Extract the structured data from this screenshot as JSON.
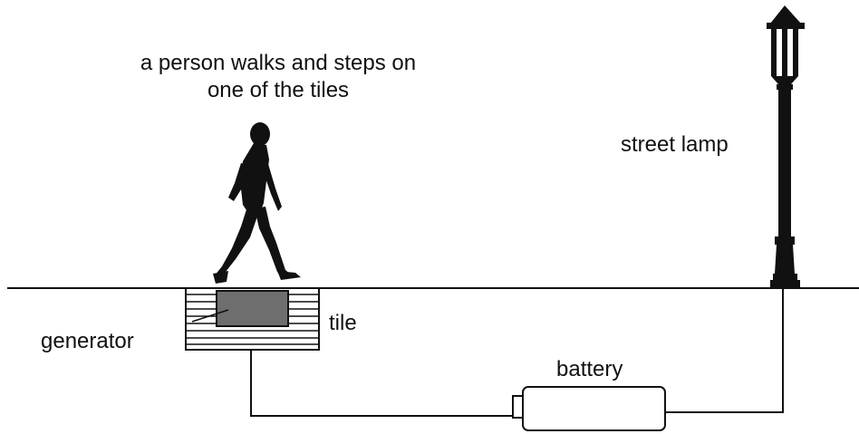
{
  "caption": {
    "line1": "a person walks and steps on",
    "line2": "one of the tiles"
  },
  "labels": {
    "street_lamp": "street lamp",
    "generator": "generator",
    "tile": "tile",
    "battery": "battery"
  },
  "colors": {
    "ink": "#111111",
    "tile_fill": "#6e6e6e",
    "background": "#ffffff"
  },
  "icons": [
    "walking-person-icon",
    "street-lamp-icon",
    "battery-icon"
  ]
}
